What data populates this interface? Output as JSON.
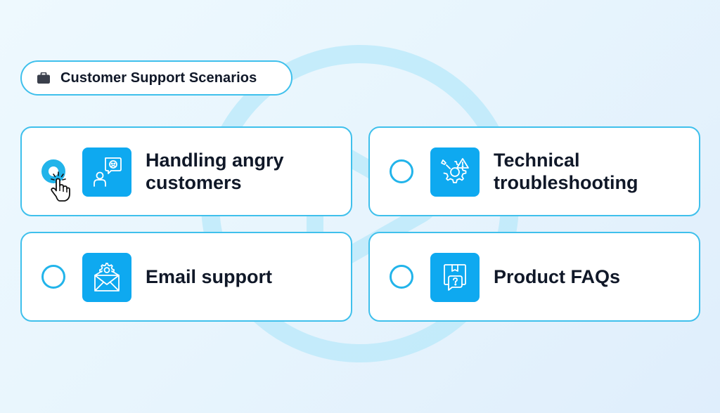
{
  "header": {
    "title": "Customer Support Scenarios",
    "icon": "briefcase-icon"
  },
  "options": [
    {
      "label": "Handling angry customers",
      "icon": "angry-customer-chat-icon",
      "selected": true
    },
    {
      "label": "Technical troubleshooting",
      "icon": "gear-warning-icon",
      "selected": false
    },
    {
      "label": "Email support",
      "icon": "email-gear-icon",
      "selected": false
    },
    {
      "label": "Product FAQs",
      "icon": "box-question-icon",
      "selected": false
    }
  ],
  "colors": {
    "accent": "#22b4ea",
    "icon_tile": "#0ea9f0",
    "border": "#3fc0ec",
    "text": "#101828"
  }
}
